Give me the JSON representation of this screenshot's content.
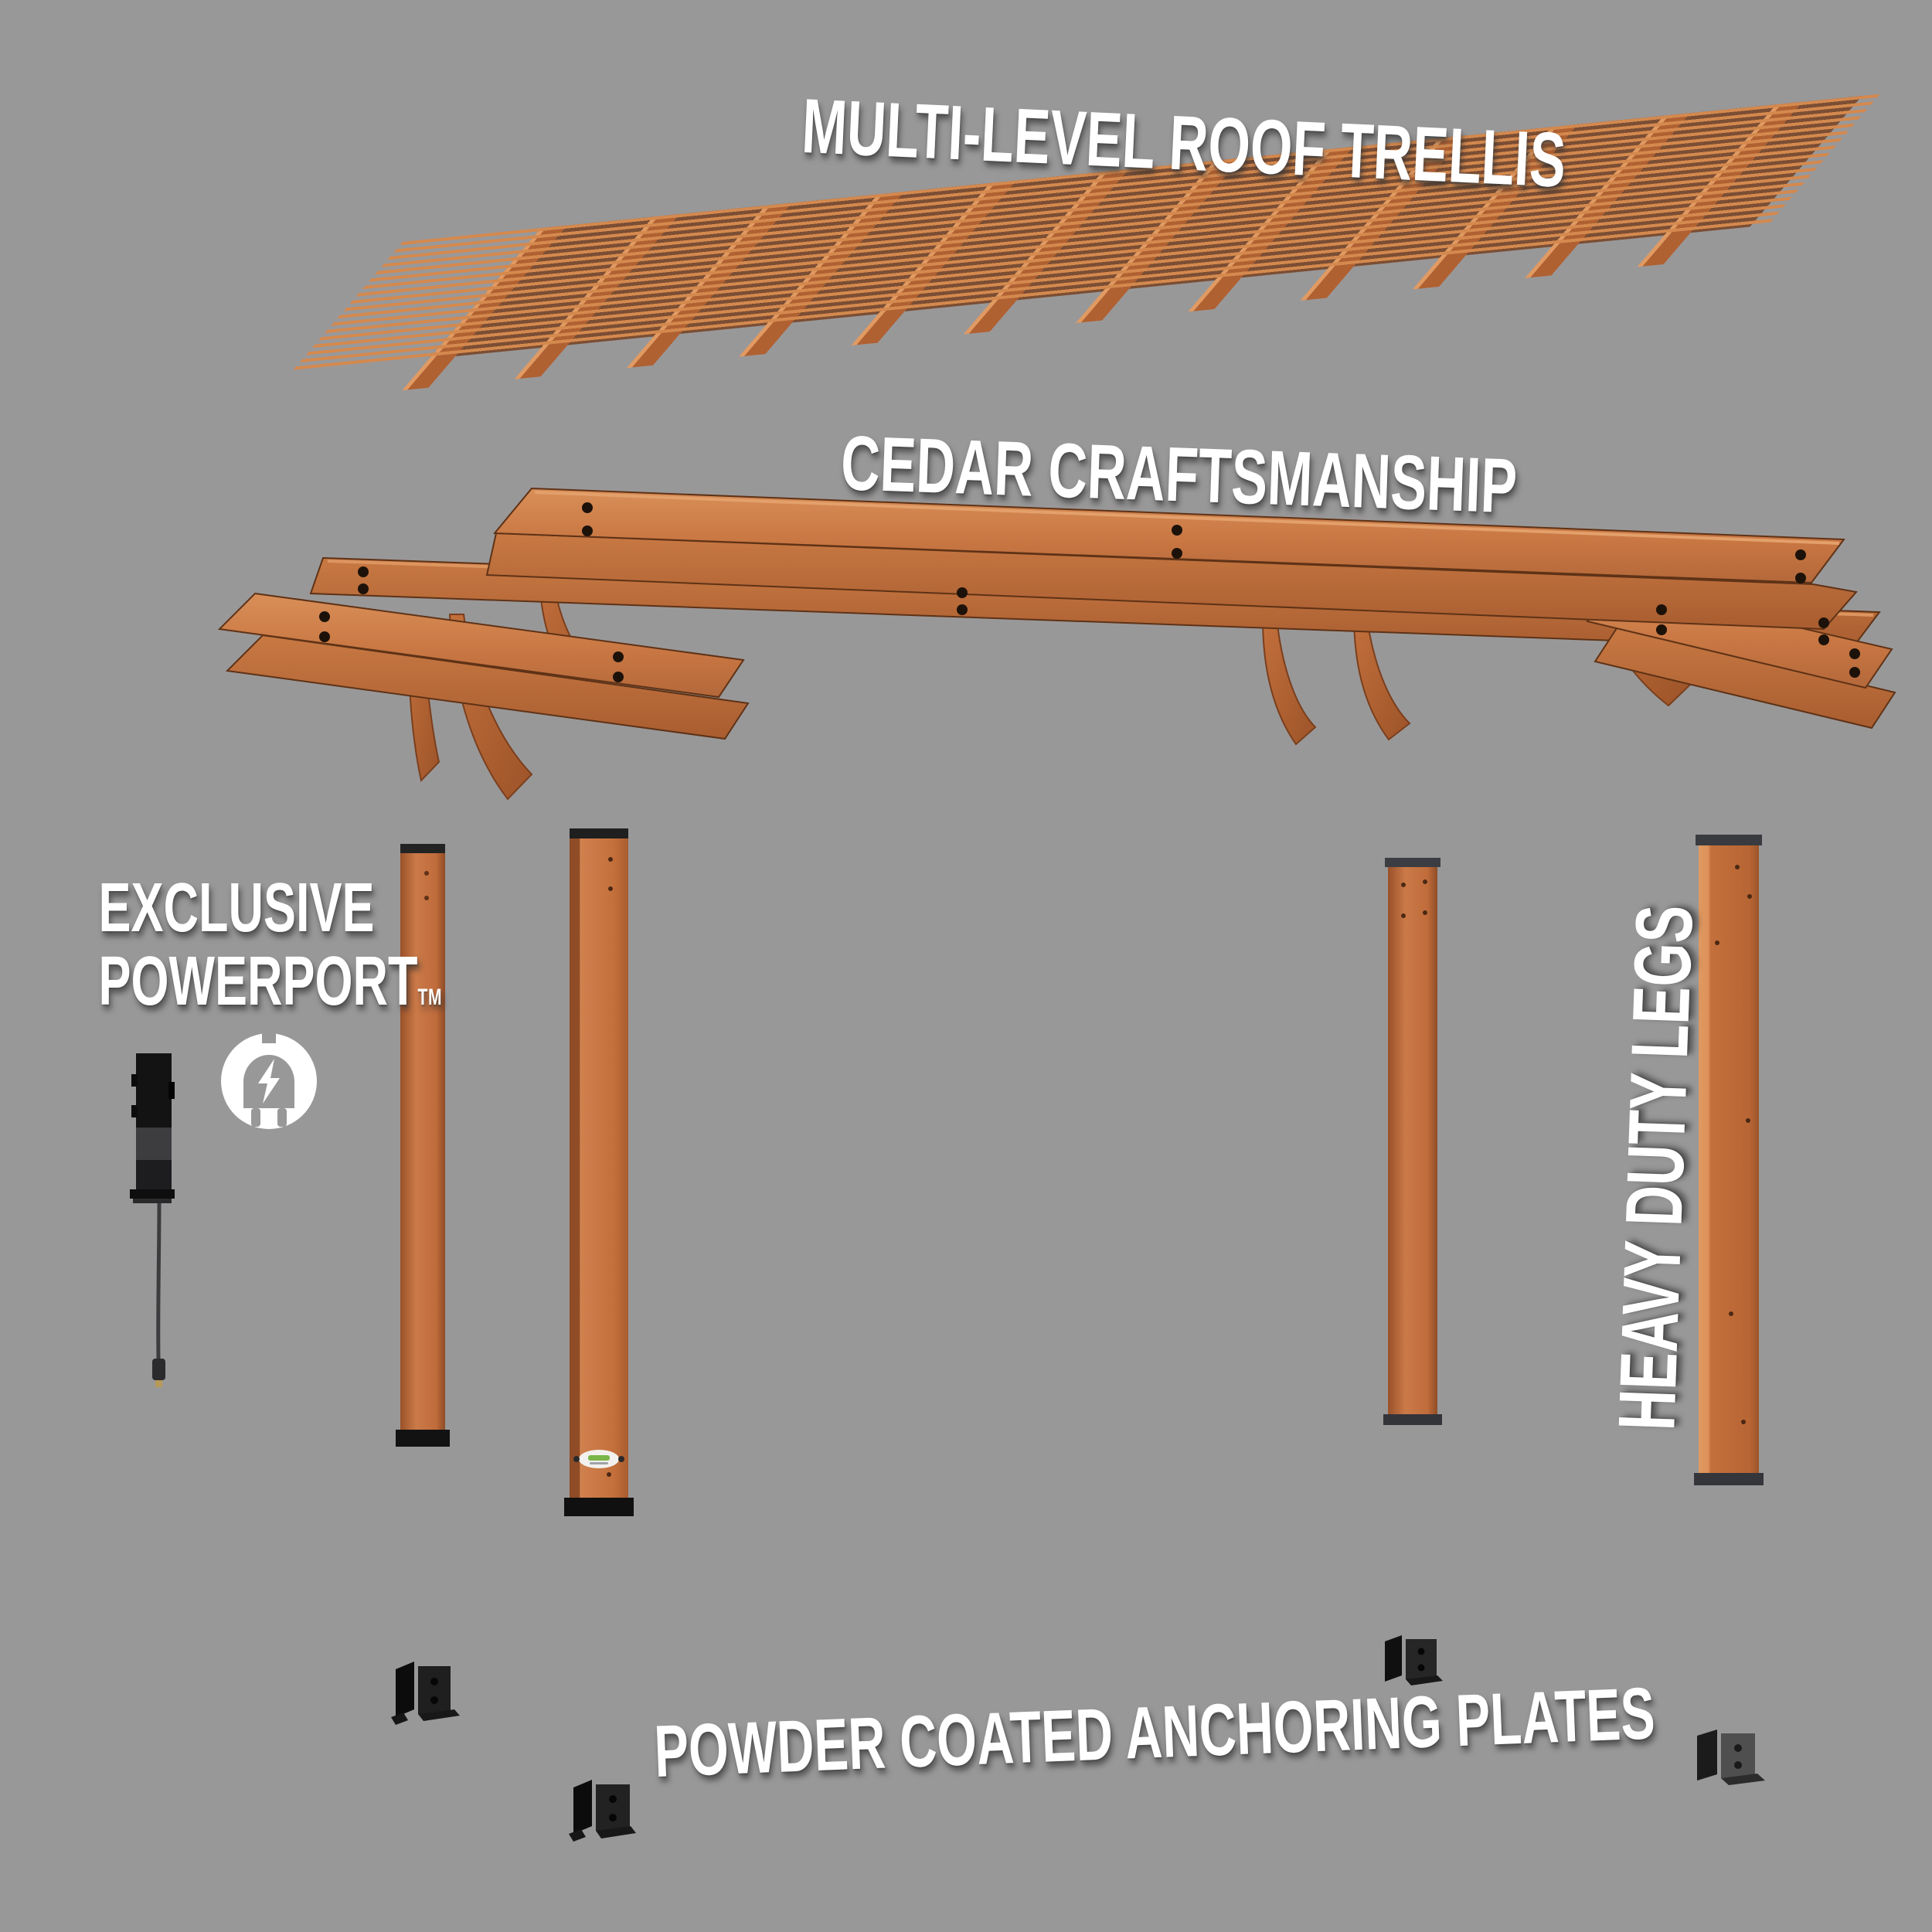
{
  "colors": {
    "background": "#999899",
    "text": "#ffffff",
    "wood_face": "#c97c47",
    "wood_light": "#d98f58",
    "wood_dark": "#a2572b",
    "metal_black": "#141414",
    "logo_green": "#7ab648"
  },
  "labels": {
    "roof_trellis": "MULTI-LEVEL ROOF TRELLIS",
    "cedar": "CEDAR CRAFTSMANSHIP",
    "powerport_line1": "EXCLUSIVE",
    "powerport_line2": "POWERPORT",
    "powerport_tm": "TM",
    "heavy_duty_legs": "HEAVY DUTY LEGS",
    "anchoring_plates": "POWDER COATED ANCHORING PLATES"
  },
  "icons": {
    "powerport": "plug-lightning-icon"
  },
  "parts": {
    "roof": "multi-level roof trellis",
    "beams": "cedar beam assembly with curved braces",
    "legs": "four heavy duty wooden posts",
    "powerport": "exclusive powerport electrical strip",
    "anchors": "four powder coated anchoring plates"
  }
}
